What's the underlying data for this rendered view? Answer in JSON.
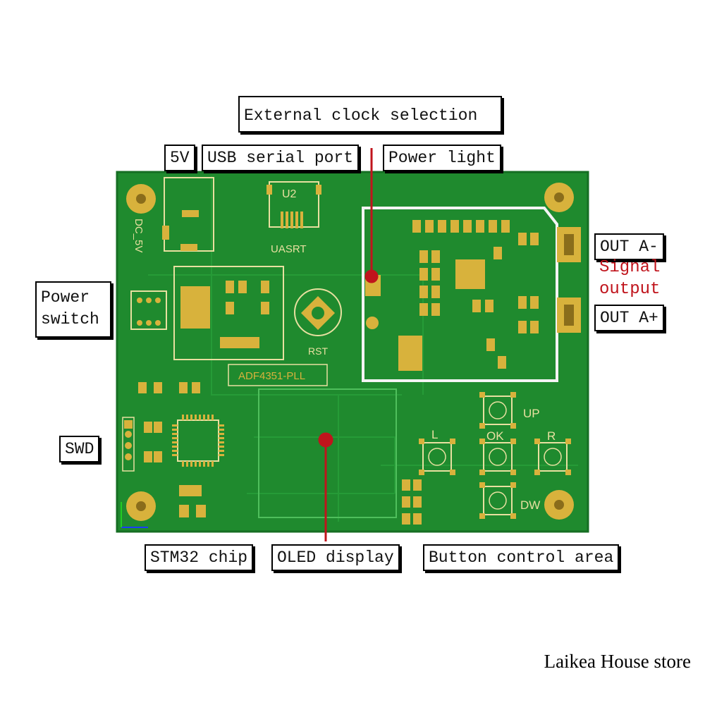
{
  "callouts": {
    "external_clock": "External clock selection",
    "five_v": "5V",
    "usb_serial": "USB serial port",
    "power_light": "Power light",
    "power_switch": "Power switch",
    "out_a_minus": "OUT A-",
    "signal_output": "Signal output",
    "out_a_plus": "OUT A+",
    "swd": "SWD",
    "stm32": "STM32 chip",
    "oled": "OLED display",
    "buttons": "Button control area"
  },
  "silkscreen": {
    "dc": "DC_5V",
    "u2": "U2",
    "uasrt": "UASRT",
    "rst": "RST",
    "board_name": "ADF4351-PLL",
    "up": "UP",
    "left": "L",
    "ok": "OK",
    "right": "R",
    "down": "DW"
  },
  "store": "Laikea House store",
  "colors": {
    "pcb": "#1f8a2e",
    "pad": "#d8b23c",
    "silk": "#e8e0a0",
    "pointer": "#c0141c"
  }
}
